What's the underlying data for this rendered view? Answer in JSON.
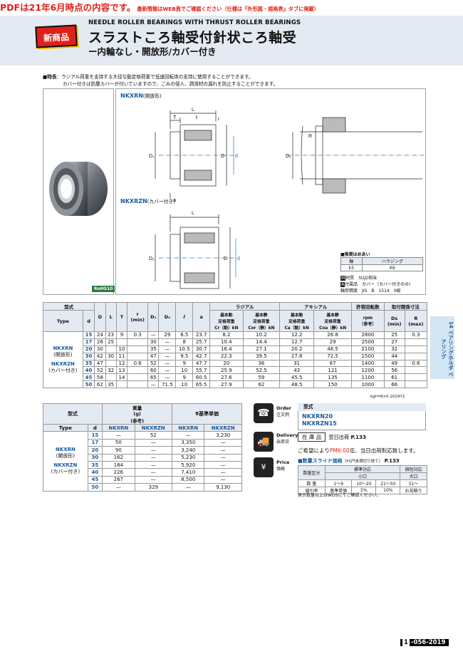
{
  "notice": {
    "big": "PDFは21年6月時点の内容です。",
    "small": "最新情報はWEB頁でご確認ください（仕様は『外形図・規格表』タブに掲載）"
  },
  "header": {
    "badge": "新商品",
    "eng_title": "NEEDLE ROLLER BEARINGS WITH THRUST ROLLER BEARINGS",
    "jp_title": "スラストころ軸受付針状ころ軸受",
    "jp_subtitle": "ー内輪なし・開放形/カバー付き"
  },
  "features": {
    "label": "■特長",
    "line1": "：ラジアル荷重を支持する大径な動定格荷重で低速回転体の支持に使用することができます。",
    "line2": "カバー付きは防塵カバーが付いていますので、ごみの侵入、潤滑材の漏れを防止することができます。"
  },
  "rohs": "RoHS10",
  "drawing": {
    "open_label": "NKXRN",
    "open_sub": "(開放形)",
    "cover_label": "NKXRZN",
    "cover_sub": "(カバー付き)",
    "dims": {
      "L": "L",
      "T": "T",
      "l": "ℓ",
      "r": "r",
      "D1": "D₁",
      "D": "D",
      "d": "d",
      "a": "a",
      "R": "R",
      "Ds": "Dₛ",
      "D2": "D₂"
    }
  },
  "fit": {
    "title": "■推奨はめあい",
    "head": [
      "軸",
      "ハウジング"
    ],
    "row": [
      "k5",
      "K6"
    ],
    "notes": [
      {
        "k": "M",
        "v": "材質　SUJ2相当"
      },
      {
        "k": "A",
        "v": "付属品　カバー（カバー付きのみ）"
      },
      {
        "k": "",
        "v": "軸受精度　JIS　B　1514　0級"
      }
    ]
  },
  "spec": {
    "head_main": [
      "型式",
      "D",
      "L",
      "T",
      "r\n(min)",
      "D₁",
      "D₂",
      "ℓ",
      "a",
      "ラジアル",
      "アキシアル",
      "許容回転数",
      "取付関係寸法"
    ],
    "head_sub_type": [
      "Type",
      "d"
    ],
    "head_radial": [
      "基本動\n定格荷重\nCr（動）kN",
      "基本静\n定格荷重\nCor（静）kN"
    ],
    "head_axial": [
      "基本動\n定格荷重\nCa（動）kN",
      "基本静\n定格荷重\nCoa（静）kN"
    ],
    "head_rpm": "rpm\n（参考）",
    "head_mount": [
      "Ds\n(min)",
      "R\n(max)"
    ],
    "type_label_1": "NKXRN",
    "type_label_1s": "(開放形)",
    "type_label_2": "NKXRZN",
    "type_label_2s": "(カバー付き)",
    "rows": [
      [
        "15",
        "24",
        "23",
        "9",
        "0.3",
        "—",
        "29",
        "6.5",
        "23.7",
        "8.2",
        "10.2",
        "12.2",
        "26.8",
        "2800",
        "25",
        "0.3"
      ],
      [
        "17",
        "26",
        "25",
        "",
        "",
        "30",
        "—",
        "8",
        "25.7",
        "10.4",
        "14.4",
        "12.7",
        "29",
        "2500",
        "27",
        ""
      ],
      [
        "20",
        "30",
        "",
        "10",
        "",
        "35",
        "—",
        "10.5",
        "30.7",
        "16.4",
        "27.1",
        "20.2",
        "46.5",
        "2100",
        "32",
        ""
      ],
      [
        "30",
        "42",
        "30",
        "11",
        "",
        "47",
        "—",
        "9.5",
        "42.7",
        "22.3",
        "39.5",
        "27.8",
        "72.5",
        "1500",
        "44",
        ""
      ],
      [
        "35",
        "47",
        "",
        "12",
        "0.6",
        "52",
        "—",
        "9",
        "47.7",
        "20",
        "36",
        "31",
        "87",
        "1400",
        "49",
        "0.6"
      ],
      [
        "40",
        "52",
        "32",
        "13",
        "",
        "60",
        "—",
        "10",
        "55.7",
        "25.9",
        "52.5",
        "43",
        "121",
        "1200",
        "56",
        ""
      ],
      [
        "45",
        "58",
        "",
        "14",
        "",
        "65",
        "—",
        "9",
        "60.5",
        "27.6",
        "59",
        "45.5",
        "135",
        "1100",
        "61",
        ""
      ],
      [
        "50",
        "62",
        "35",
        "",
        "",
        "—",
        "71.5",
        "10",
        "65.5",
        "27.9",
        "62",
        "48.5",
        "150",
        "1000",
        "66",
        ""
      ]
    ]
  },
  "side_tab": {
    "num": "14",
    "text": "ベアリングホルダ ベアリング"
  },
  "kgf_note": "kgf=N×0.101972",
  "price": {
    "head": [
      "型式",
      "質量\n(g)\n(参考)",
      "¥基準単価"
    ],
    "sub": [
      "Type",
      "d",
      "NKXRN",
      "NKXRZN",
      "NKXRN",
      "NKXRZN"
    ],
    "type_1": "NKXRN",
    "type_1s": "(開放形)",
    "type_2": "NKXRZN",
    "type_2s": "(カバー付き)",
    "rows": [
      [
        "15",
        "—",
        "52",
        "—",
        "3,230"
      ],
      [
        "17",
        "50",
        "—",
        "3,350",
        "—"
      ],
      [
        "20",
        "90",
        "—",
        "3,240",
        "—"
      ],
      [
        "30",
        "162",
        "—",
        "5,230",
        "—"
      ],
      [
        "35",
        "184",
        "—",
        "5,920",
        "—"
      ],
      [
        "40",
        "226",
        "—",
        "7,410",
        "—"
      ],
      [
        "45",
        "267",
        "—",
        "8,500",
        "—"
      ],
      [
        "50",
        "—",
        "329",
        "—",
        "9,130"
      ]
    ]
  },
  "order": {
    "label": "Order",
    "sub": "注文例",
    "head": "型式",
    "ex1": "NKXRN20",
    "ex2": "NKXRZN15"
  },
  "delivery": {
    "label": "Delivery",
    "sub": "出荷日",
    "stock": "在 庫 品",
    "text": "翌日出荷",
    "ref": "P.133",
    "pm_pre": "ご希望により",
    "pm": "PM6:00",
    "pm_post": "迄、当日出荷對応致します。"
  },
  "pricebox": {
    "label": "Price",
    "sub": "価格",
    "vol_title": "■数量スライド価格",
    "vol_note": "（¥1円未満切り捨て）",
    "vol_ref": "P.133",
    "row_head": [
      "数量区分",
      "標準対応",
      "個別対応"
    ],
    "row_head2": [
      "",
      "小口",
      "大口"
    ],
    "qty": [
      "数 量",
      "1〜9",
      "10〜20",
      "21〜50",
      "51〜"
    ],
    "rate": [
      "値引率",
      "基準単価",
      "5%",
      "10%",
      "お見積り"
    ],
    "note": "表示数量以上はWOSにてご確認ください。"
  },
  "page_no": {
    "prefix": "1",
    "num": "-056-2019"
  }
}
